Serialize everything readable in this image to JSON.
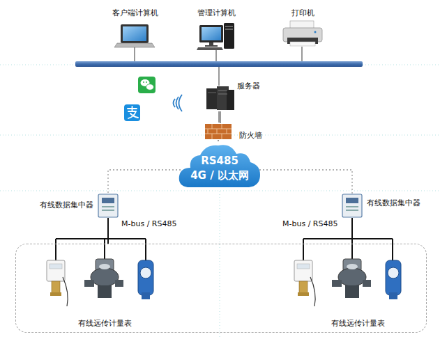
{
  "diagram": {
    "nodes": [
      {
        "text": [
          "客户端计算机"
        ]
      },
      {
        "text": [
          "管理计算机"
        ]
      },
      {
        "text": [
          "打印机"
        ]
      },
      {
        "text": [
          "服务器"
        ]
      },
      {
        "text": [
          "防火墙"
        ]
      },
      {
        "text": [
          "RS485",
          "4G / 以太网"
        ]
      },
      {
        "text": [
          "有线数据集中器"
        ]
      },
      {
        "text": [
          "有线数据集中器"
        ]
      },
      {
        "text": [
          "有线远传计量表",
          "有线远传计量表"
        ]
      }
    ],
    "edges": [
      {
        "from": 3,
        "to": 4,
        "arrow": "none"
      },
      {
        "from": 4,
        "to": 5,
        "arrow": "none"
      },
      {
        "from": 5,
        "to": 6,
        "arrow": "none"
      },
      {
        "from": 5,
        "to": 7,
        "arrow": "none"
      },
      {
        "from": 6,
        "to": 8,
        "label": "M-bus / RS485",
        "arrow": "none"
      },
      {
        "from": 7,
        "to": 8,
        "label": "M-bus / RS485",
        "arrow": "none"
      }
    ]
  }
}
